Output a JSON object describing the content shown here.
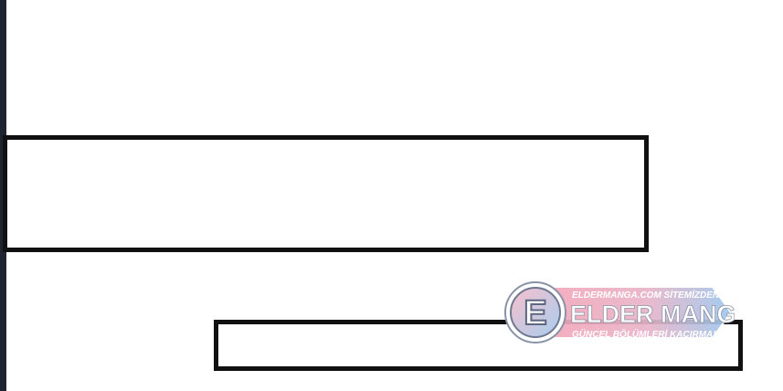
{
  "watermark": {
    "logo_letter": "E",
    "top_text": "ELDERMANGA.COM SİTEMİZDEN",
    "brand_text": "ELDER MANGA",
    "bottom_text": "GÜNCEL BÖLÜMLERİ KAÇIRMA!",
    "colors": {
      "pink": "#f0a6b8",
      "blue": "#9fc8ee",
      "text": "#ffffff",
      "outline": "#8a93a6"
    }
  }
}
